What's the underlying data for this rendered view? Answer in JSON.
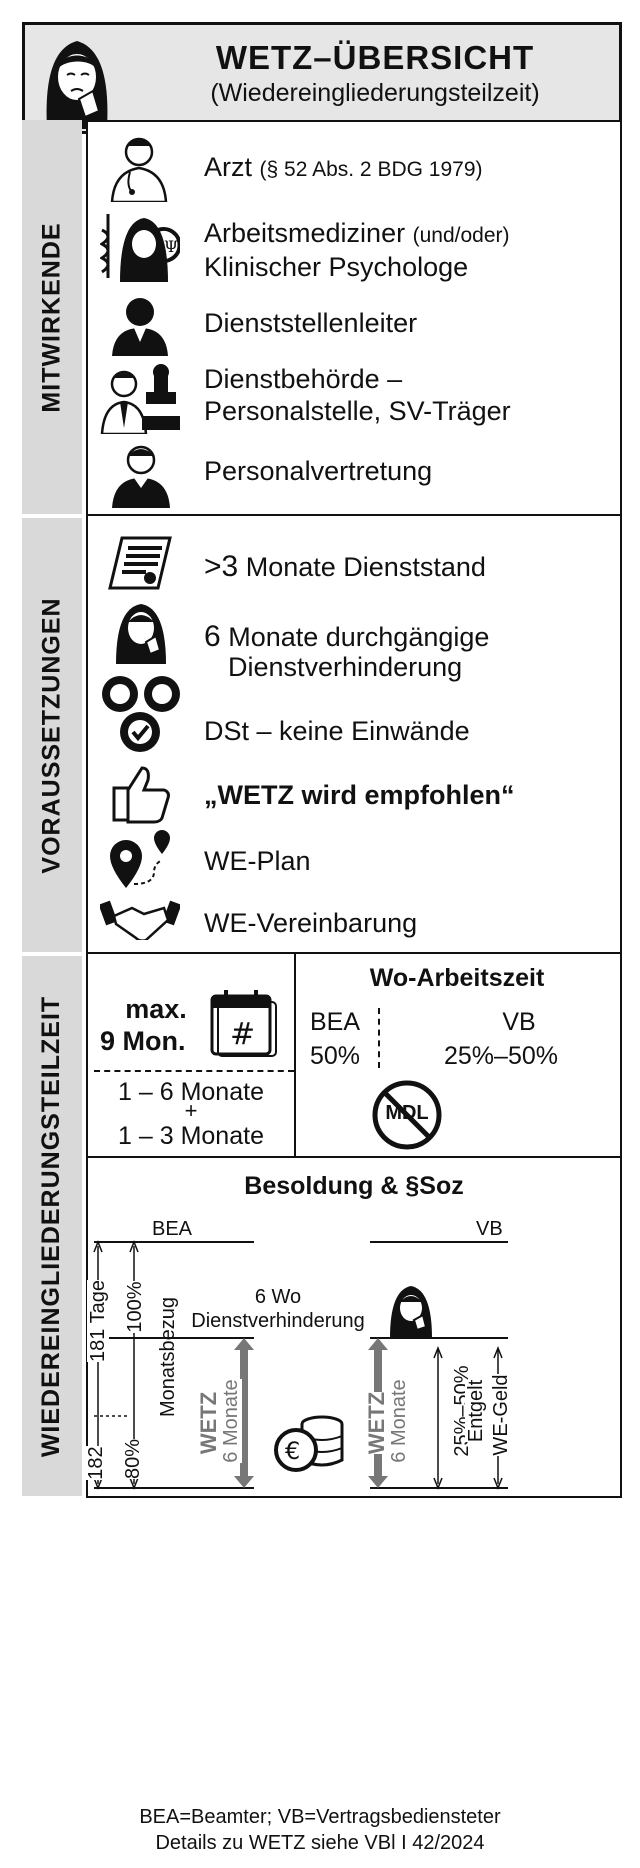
{
  "header": {
    "title": "WETZ–ÜBERSICHT",
    "subtitle": "(Wiedereingliederungsteilzeit)"
  },
  "sections": {
    "mitwirkende": "MITWIRKENDE",
    "voraussetzungen": "VORAUSSETZUNGEN",
    "wiedereingliederung": "WIEDEREINGLIEDERUNGSTEILZEIT"
  },
  "mitwirkende": {
    "arzt": "Arzt",
    "arzt_ref": "(§ 52 Abs. 2 BDG 1979)",
    "arbeitsmediziner": "Arbeitsmediziner",
    "und_oder": "(und/oder)",
    "psychologe": "Klinischer Psychologe",
    "leiter": "Dienststellenleiter",
    "behoerde1": "Dienstbehörde –",
    "behoerde2": "Personalstelle, SV-Träger",
    "vertretung": "Personalvertretung"
  },
  "voraussetzungen": {
    "v1_num": ">3",
    "v1_text": "Monate Dienststand",
    "v2_num": "6",
    "v2_text1": "Monate durchgängige",
    "v2_text2": "Dienstverhinderung",
    "v3": "DSt – keine Einwände",
    "v4": "„WETZ wird empfohlen“",
    "v5": "WE-Plan",
    "v6": "WE-Vereinbarung"
  },
  "wetz": {
    "max1": "max.",
    "max2": "9 Mon.",
    "dur1": "1 – 6 Monate",
    "plus": "+",
    "dur2": "1 – 3 Monate",
    "wo_title": "Wo-Arbeitszeit",
    "bea": "BEA",
    "vb": "VB",
    "bea_pct": "50%",
    "vb_pct": "25%–50%",
    "mdl": "MDL"
  },
  "besoldung": {
    "title": "Besoldung & §Soz",
    "bea": "BEA",
    "vb": "VB",
    "wo6_1": "6 Wo",
    "wo6_2": "Dienstverhinderung",
    "tage181": "181 Tage",
    "tage182": "182",
    "pct100": "100%",
    "monatsbezug": "Monatsbezug",
    "pct80": "80%",
    "wetz": "WETZ",
    "monate6": "6 Monate",
    "vb_pct": "25%–50%",
    "entgelt": "Entgelt",
    "wegeld": "WE-Geld"
  },
  "footer": {
    "line1": "BEA=Beamter; VB=Vertragsbediensteter",
    "line2": "Details zu WETZ siehe VBl I 42/2024"
  }
}
